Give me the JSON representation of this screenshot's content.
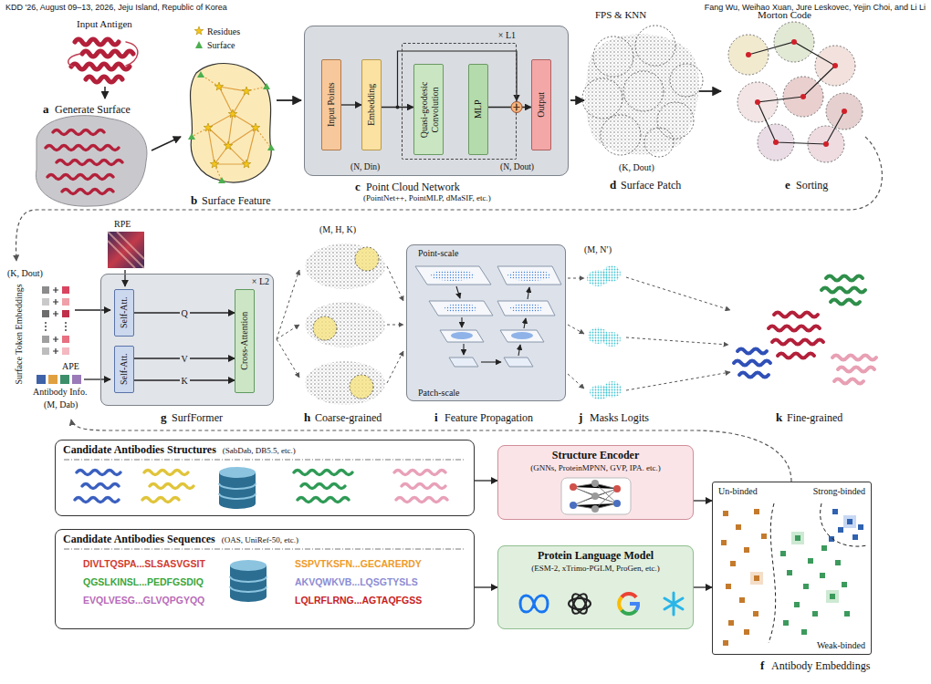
{
  "diagram": {
    "nodes": [
      {
        "text": [
          "(N, Din)",
          "(N, Dout)"
        ]
      },
      {
        "text": [
          "Input Points"
        ],
        "in": 0
      },
      {
        "text": [
          "Embedding"
        ],
        "in": 0
      },
      {
        "text": [
          "× L1"
        ],
        "in": 0
      },
      {
        "text": [
          "Quasi-geodesic Convolution"
        ],
        "in": 3
      },
      {
        "text": [
          "MLP"
        ],
        "in": 3
      },
      {
        "text": [
          "Output"
        ],
        "in": 0
      },
      {
        "text": [
          "× L2"
        ]
      },
      {
        "text": [
          "Self-Att."
        ],
        "in": 7
      },
      {
        "text": [
          "Self-Att."
        ],
        "in": 7
      },
      {
        "text": [
          "Cross-Attention"
        ],
        "in": 7
      },
      {
        "text": [
          "Point-scale",
          "Patch-scale"
        ]
      },
      {
        "text": [
          "Candidate Antibodies Structures",
          "(SabDab, DB5.5, etc.)"
        ]
      },
      {
        "text": [
          "Candidate Antibodies Sequences",
          "(OAS, UniRef-50, etc.)",
          "DIVLTQSPA...SLSASVGSIT",
          "QGSLKINSL...PEDFGSDIQ",
          "EVQLVESG...GLVQPGYQQ",
          "SSPVTKSFN...GECARERDY",
          "AKVQWKVB...LQSGTYSLS",
          "LQLRFLRNG...AGTAQFGSS"
        ]
      },
      {
        "text": [
          "Structure Encoder",
          "(GNNs, ProteinMPNN, GVP, IPA. etc.)"
        ]
      },
      {
        "text": [
          "Protein Language Model",
          "(ESM-2, xTrimo-PGLM, ProGen, etc.)"
        ]
      },
      {
        "text": [
          "Un-binded",
          "Strong-binded",
          "Weak-binded"
        ]
      }
    ],
    "edges": [
      {
        "from": 1,
        "to": 2,
        "arrow": "to"
      },
      {
        "from": 2,
        "to": 4,
        "arrow": "to"
      },
      {
        "from": 5,
        "to": 6,
        "arrow": "to"
      },
      {
        "from": 8,
        "to": 10,
        "label": "Q",
        "arrow": "to"
      },
      {
        "from": 9,
        "to": 10,
        "label": "V",
        "arrow": "to"
      },
      {
        "from": 9,
        "to": 10,
        "label": "K",
        "arrow": "to"
      },
      {
        "from": 12,
        "to": 14,
        "arrow": "to"
      },
      {
        "from": 13,
        "to": 15,
        "arrow": "to"
      },
      {
        "from": 14,
        "to": 16,
        "arrow": "to"
      },
      {
        "from": 15,
        "to": 16,
        "arrow": "to"
      }
    ],
    "labels": [
      "KDD '26, August 09–13, 2026, Jeju Island, Republic of Korea",
      "Fang Wu, Weihao Xuan, Jure Leskovec, Yejin Choi, and Li Li",
      "Input Antigen",
      "a",
      "Generate Surface",
      "b",
      "Surface Feature",
      "c",
      "Point Cloud Network",
      "(PointNet++, PointMLP, dMaSIF, etc.)",
      "FPS & KNN",
      "(K, Dout)",
      "d",
      "Surface Patch",
      "Morton Code",
      "e",
      "Sorting",
      "RPE",
      "(K, Dout)",
      "Surface Token Embeddings",
      "APE",
      "Antibody Info.",
      "(M, Dab)",
      "g",
      "SurfFormer",
      "(M, H, K)",
      "h",
      "Coarse-grained",
      "i",
      "Feature Propagation",
      "(M, N′)",
      "j",
      "Masks Logits",
      "k",
      "Fine-grained",
      "f",
      "Antibody Embeddings"
    ],
    "legend": [
      {
        "text": "Residues"
      },
      {
        "text": "Surface"
      }
    ]
  }
}
